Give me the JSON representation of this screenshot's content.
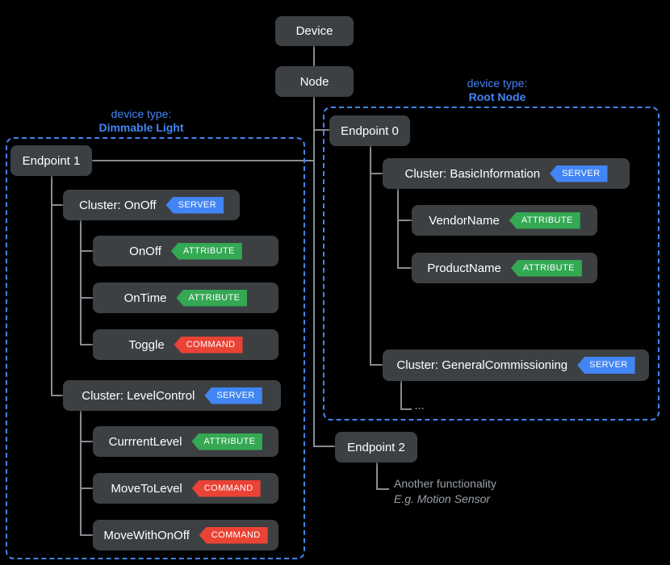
{
  "colors": {
    "background": "#000000",
    "node_background": "#3C4043",
    "node_text": "#FFFFFF",
    "accent_blue": "#4285F4",
    "badge_server": "#4285F4",
    "badge_attribute": "#34A853",
    "badge_command": "#EA4335",
    "connector_line": "#888C90",
    "muted_text": "#9AA0A6"
  },
  "device": {
    "label": "Device"
  },
  "node": {
    "label": "Node"
  },
  "left_group": {
    "title": [
      "device type:",
      "Dimmable Light"
    ],
    "endpoint_label": "Endpoint 1",
    "clusters": [
      {
        "label": "Cluster: OnOff",
        "badge": "SERVER",
        "children": [
          {
            "label": "OnOff",
            "badge": "ATTRIBUTE"
          },
          {
            "label": "OnTime",
            "badge": "ATTRIBUTE"
          },
          {
            "label": "Toggle",
            "badge": "COMMAND"
          }
        ]
      },
      {
        "label": "Cluster: LevelControl",
        "badge": "SERVER",
        "children": [
          {
            "label": "CurrrentLevel",
            "badge": "ATTRIBUTE"
          },
          {
            "label": "MoveToLevel",
            "badge": "COMMAND"
          },
          {
            "label": "MoveWithOnOff",
            "badge": "COMMAND"
          }
        ]
      }
    ]
  },
  "right_group": {
    "title": [
      "device type:",
      "Root Node"
    ],
    "endpoint_label": "Endpoint 0",
    "clusters": [
      {
        "label": "Cluster: BasicInformation",
        "badge": "SERVER",
        "children": [
          {
            "label": "VendorName",
            "badge": "ATTRIBUTE"
          },
          {
            "label": "ProductName",
            "badge": "ATTRIBUTE"
          }
        ]
      },
      {
        "label": "Cluster: GeneralCommissioning",
        "badge": "SERVER",
        "ellipsis": "..."
      }
    ]
  },
  "endpoint2": {
    "label": "Endpoint 2",
    "note": [
      "Another functionality",
      "E.g. Motion Sensor"
    ]
  }
}
